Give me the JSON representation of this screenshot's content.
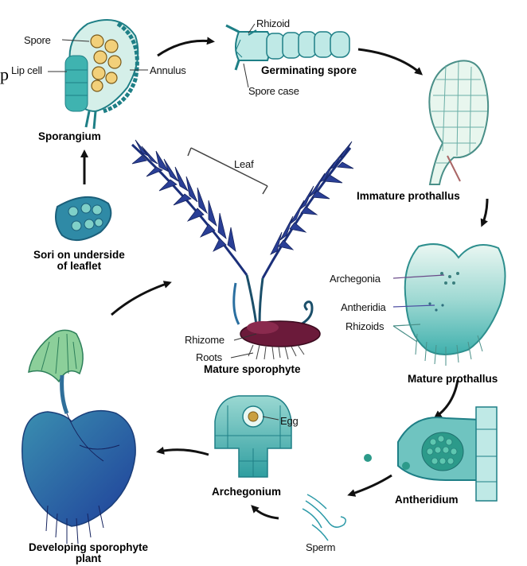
{
  "edge_fragment": "p",
  "stages": {
    "sporangium": "Sporangium",
    "germinating_spore": "Germinating spore",
    "immature_prothallus": "Immature prothallus",
    "mature_prothallus": "Mature prothallus",
    "antheridium": "Antheridium",
    "archegonium": "Archegonium",
    "developing_sporophyte": "Developing sporophyte\nplant",
    "mature_sporophyte": "Mature sporophyte",
    "sori": "Sori on underside\nof leaflet"
  },
  "labels": {
    "spore": "Spore",
    "lip_cell": "Lip cell",
    "annulus": "Annulus",
    "rhizoid": "Rhizoid",
    "spore_case": "Spore case",
    "leaf": "Leaf",
    "archegonia": "Archegonia",
    "antheridia": "Antheridia",
    "rhizoids": "Rhizoids",
    "rhizome": "Rhizome",
    "roots": "Roots",
    "egg": "Egg",
    "sperm": "Sperm"
  },
  "colors": {
    "teal_light": "#bfe9e6",
    "teal": "#3fb3b0",
    "teal_dark": "#1e7f86",
    "navy": "#1b2f7a",
    "blue": "#2f4fa8",
    "cream": "#f2ecc8",
    "maroon": "#6b1a3a",
    "arrow": "#111111"
  }
}
